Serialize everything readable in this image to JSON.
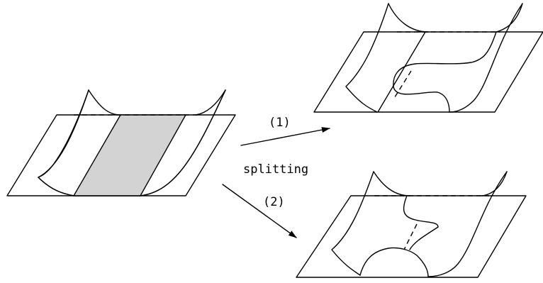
{
  "labels": {
    "route_one": "(1)",
    "route_two": "(2)",
    "operation": "splitting"
  },
  "colors": {
    "line": "#000000",
    "shaded_strip": "#d3d3d3",
    "background": "#ffffff"
  }
}
